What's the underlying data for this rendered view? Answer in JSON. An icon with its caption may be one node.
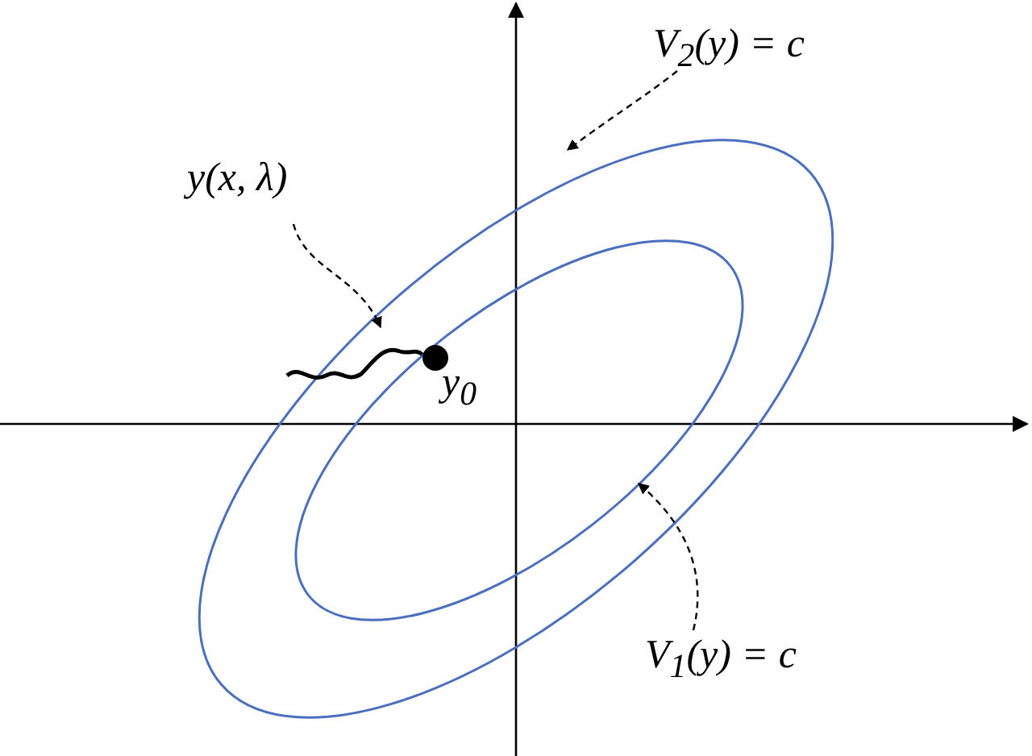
{
  "diagram": {
    "nodes": [
      {
        "text": [
          "V$_{2}$(y) = c"
        ]
      },
      {
        "text": [],
        "shape": "ellipse"
      },
      {
        "text": [
          "y(x, λ)"
        ]
      },
      {
        "text": [],
        "shape": "curve",
        "in": 1
      },
      {
        "text": [],
        "shape": "circle",
        "beside": [
          "y$_{0}$"
        ],
        "in": 5
      },
      {
        "text": [],
        "shape": "ellipse",
        "in": 1
      },
      {
        "text": [
          "V$_{1}$(y) = c"
        ]
      }
    ],
    "edges": [
      {
        "from": 0,
        "to": 1,
        "arrow": "to",
        "style": "dashed"
      },
      {
        "from": 2,
        "to": 3,
        "arrow": "to",
        "style": "dashed"
      },
      {
        "from": 6,
        "to": 5,
        "arrow": "to",
        "style": "dashed"
      }
    ]
  }
}
